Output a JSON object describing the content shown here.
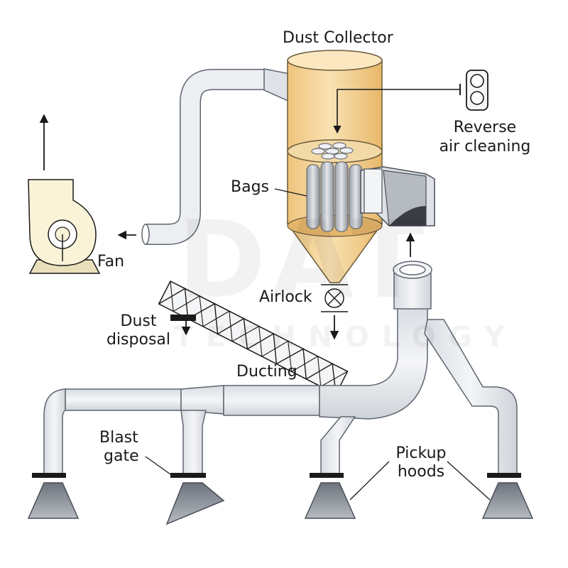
{
  "labels": {
    "dust_collector": "Dust Collector",
    "reverse_air_1": "Reverse",
    "reverse_air_2": "air cleaning",
    "bags": "Bags",
    "fan": "Fan",
    "airlock": "Airlock",
    "dust_disposal_1": "Dust",
    "dust_disposal_2": "disposal",
    "ducting": "Ducting",
    "blast_gate_1": "Blast",
    "blast_gate_2": "gate",
    "pickup_hoods_1": "Pickup",
    "pickup_hoods_2": "hoods"
  },
  "watermark": {
    "big": "DAT",
    "small": "TECHNOLOGY"
  },
  "colors": {
    "collector_fill": "#f7dba4",
    "duct_fill": "#e9ebef",
    "duct_stroke": "#5f6670",
    "hood_fill": "#8a9099",
    "fan_fill": "#fbf3d8",
    "bag_fill": "#c9ccd2",
    "line": "#1a1a1a"
  },
  "icons": [
    "fan-icon",
    "airlock-valve-icon",
    "reverse-air-blower-icon",
    "screw-conveyor-icon",
    "pickup-hood-icon",
    "blast-gate-icon",
    "filter-bag-icon"
  ]
}
